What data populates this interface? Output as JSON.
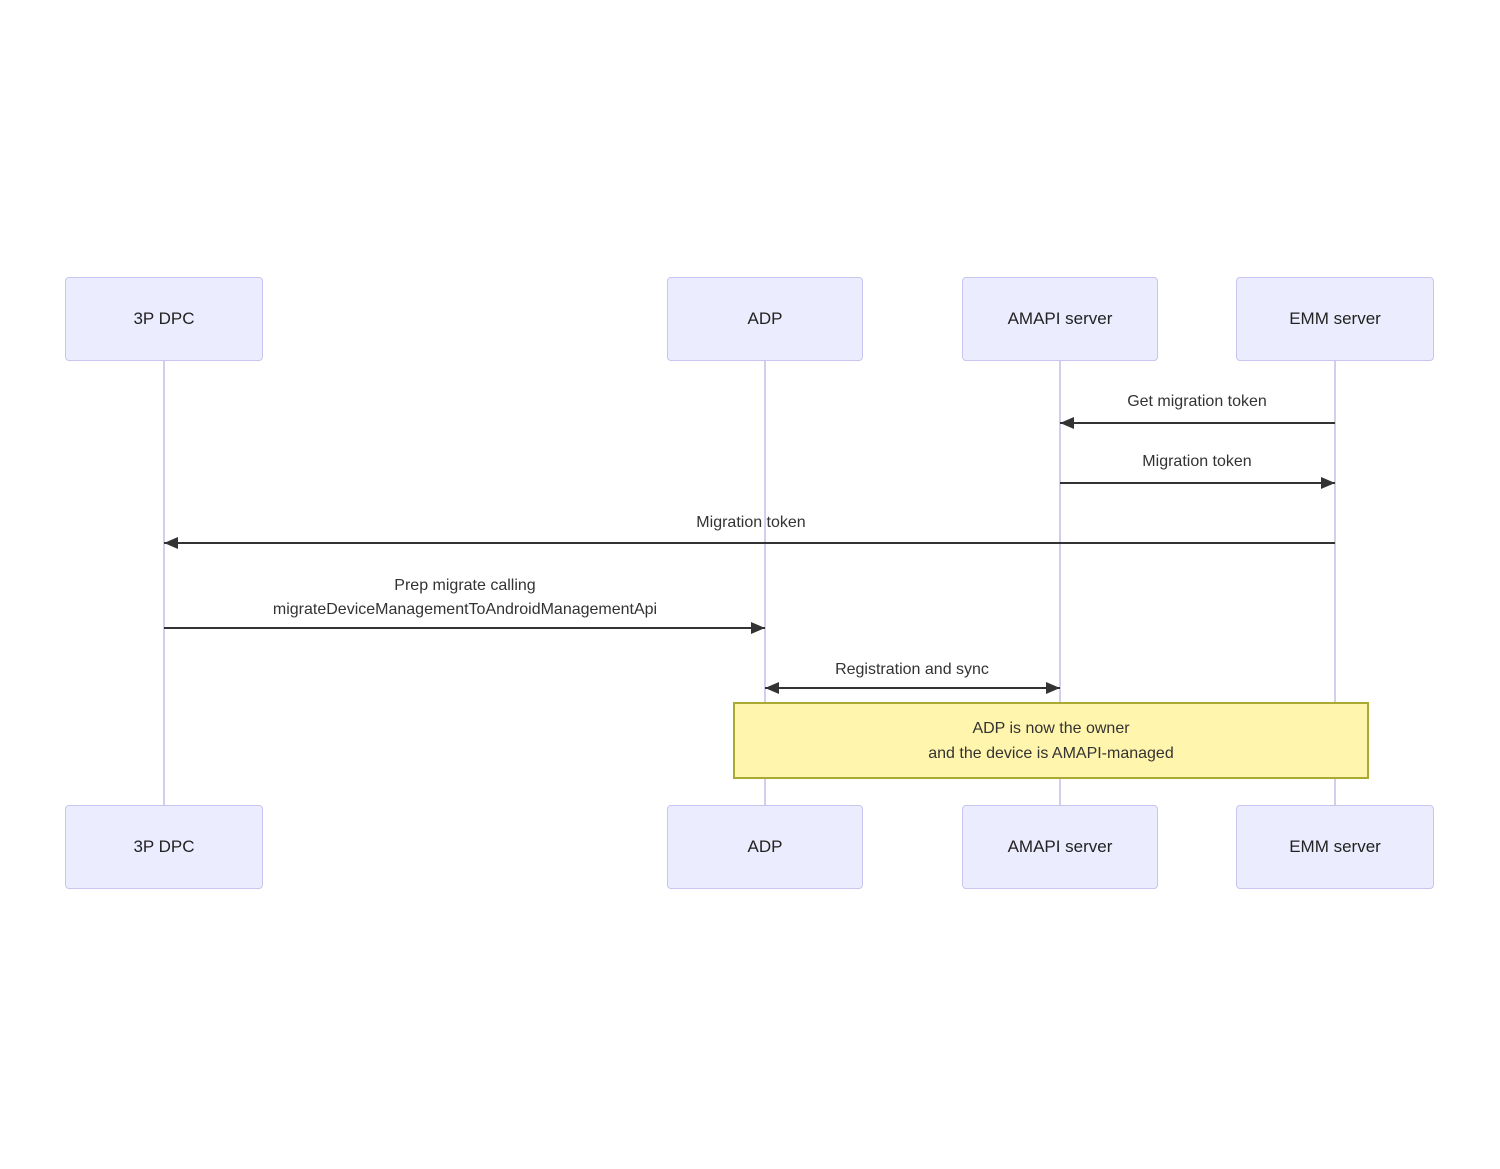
{
  "diagram": {
    "type": "sequence",
    "actors": [
      {
        "id": "3p-dpc",
        "label": "3P DPC"
      },
      {
        "id": "adp",
        "label": "ADP"
      },
      {
        "id": "amapi-server",
        "label": "AMAPI server"
      },
      {
        "id": "emm-server",
        "label": "EMM server"
      }
    ],
    "messages": [
      {
        "label": "Get migration token",
        "from": "EMM server",
        "to": "AMAPI server",
        "arrow": "left"
      },
      {
        "label": "Migration token",
        "from": "AMAPI server",
        "to": "EMM server",
        "arrow": "right"
      },
      {
        "label": "Migration token",
        "from": "EMM server",
        "to": "3P DPC",
        "arrow": "left"
      },
      {
        "lines": [
          "Prep migrate calling",
          "migrateDeviceManagementToAndroidManagementApi"
        ],
        "from": "3P DPC",
        "to": "ADP",
        "arrow": "right"
      },
      {
        "label": "Registration and sync",
        "from": "ADP",
        "to": "AMAPI server",
        "arrow": "both"
      }
    ],
    "note": {
      "over": [
        "ADP",
        "EMM server"
      ],
      "lines": [
        "ADP is now the owner",
        "and the device is AMAPI-managed"
      ]
    },
    "colors": {
      "background": "#FFFFFF",
      "actor_fill": "#ECECFF",
      "actor_border": "#C9C5F0",
      "actor_text": "#222222",
      "lifeline": "#D6CCEE",
      "arrow": "#333333",
      "message_text": "#333333",
      "note_fill": "#FFF5AD",
      "note_border": "#AAAA33",
      "note_text": "#333333"
    }
  }
}
